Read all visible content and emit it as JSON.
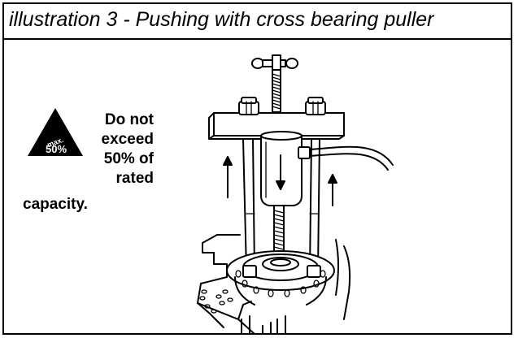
{
  "title": "illustration 3 - Pushing with cross bearing puller",
  "warning": {
    "badge_top": "max.",
    "badge_bottom": "50%",
    "lines": [
      "Do not",
      "exceed",
      "50% of",
      "rated"
    ],
    "last_line": "capacity."
  },
  "icons": [
    "warning-triangle-icon"
  ],
  "colors": {
    "line": "#000000",
    "background": "#ffffff"
  }
}
